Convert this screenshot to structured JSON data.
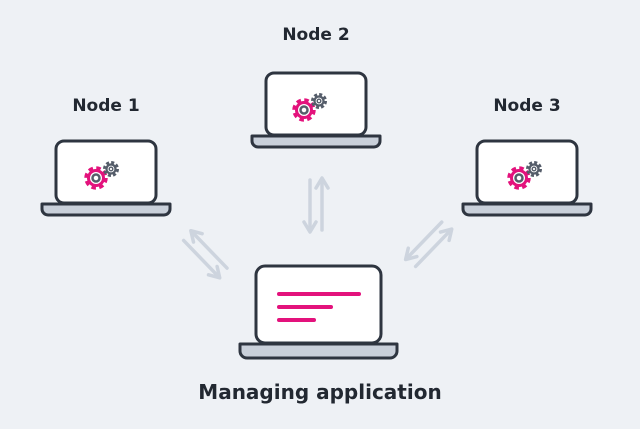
{
  "nodes": [
    {
      "label": "Node 1"
    },
    {
      "label": "Node 2"
    },
    {
      "label": "Node 3"
    }
  ],
  "manager": {
    "label": "Managing application"
  },
  "colors": {
    "background": "#eef1f5",
    "outline": "#2e3540",
    "screen": "#ffffff",
    "base": "#c9d0da",
    "accent": "#e3127c",
    "gear_secondary": "#555d6a",
    "arrow": "#cdd4de"
  },
  "icons": [
    "laptop-icon",
    "gear-icon",
    "bidirectional-arrow-icon",
    "text-lines-icon"
  ]
}
